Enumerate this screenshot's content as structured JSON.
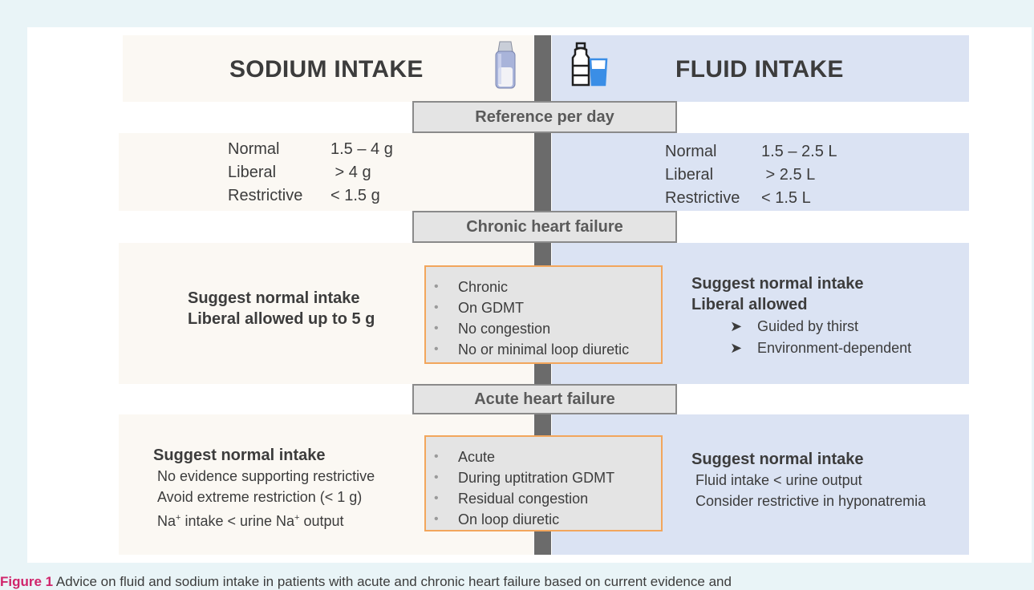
{
  "header": {
    "left_title": "SODIUM INTAKE",
    "right_title": "FLUID INTAKE",
    "left_icon": "salt-shaker-icon",
    "right_icon": "water-bottle-glass-icon"
  },
  "reference": {
    "band_label": "Reference per day",
    "sodium": [
      {
        "label": "Normal",
        "value": "1.5 – 4 g"
      },
      {
        "label": "Liberal",
        "value": " > 4 g"
      },
      {
        "label": "Restrictive",
        "value": "< 1.5 g"
      }
    ],
    "fluid": [
      {
        "label": "Normal",
        "value": "1.5 – 2.5 L"
      },
      {
        "label": "Liberal",
        "value": " > 2.5 L"
      },
      {
        "label": "Restrictive",
        "value": "< 1.5 L"
      }
    ]
  },
  "chronic": {
    "band_label": "Chronic heart failure",
    "sodium_lines": [
      "Suggest normal intake",
      "Liberal allowed up to 5 g"
    ],
    "criteria": [
      "Chronic",
      "On GDMT",
      "No congestion",
      "No or minimal loop diuretic"
    ],
    "fluid_heading": [
      "Suggest normal intake",
      "Liberal allowed"
    ],
    "fluid_points": [
      "Guided by thirst",
      "Environment-dependent"
    ]
  },
  "acute": {
    "band_label": "Acute heart failure",
    "sodium_heading": "Suggest normal intake",
    "sodium_lines": [
      "No evidence supporting restrictive",
      "Avoid extreme restriction (< 1 g)"
    ],
    "sodium_na_line": {
      "pre": "Na",
      "sup1": "+",
      "mid": " intake < urine Na",
      "sup2": "+",
      "post": " output"
    },
    "criteria": [
      "Acute",
      "During uptitration GDMT",
      "Residual congestion",
      "On loop diuretic"
    ],
    "fluid_heading": "Suggest normal intake",
    "fluid_lines": [
      "Fluid intake < urine output",
      "Consider restrictive in hyponatremia"
    ]
  },
  "caption": {
    "figure_label": "Figure 1",
    "text": " Advice on fluid and sodium intake in patients with acute and chronic heart failure based on current evidence and"
  },
  "colors": {
    "left_panel": "#fbf8f3",
    "right_panel": "#dbe3f3",
    "divider": "#6b6b6b",
    "box_border": "#f2a65c",
    "band_fill": "#e4e4e4",
    "figure_label": "#d0246b"
  }
}
